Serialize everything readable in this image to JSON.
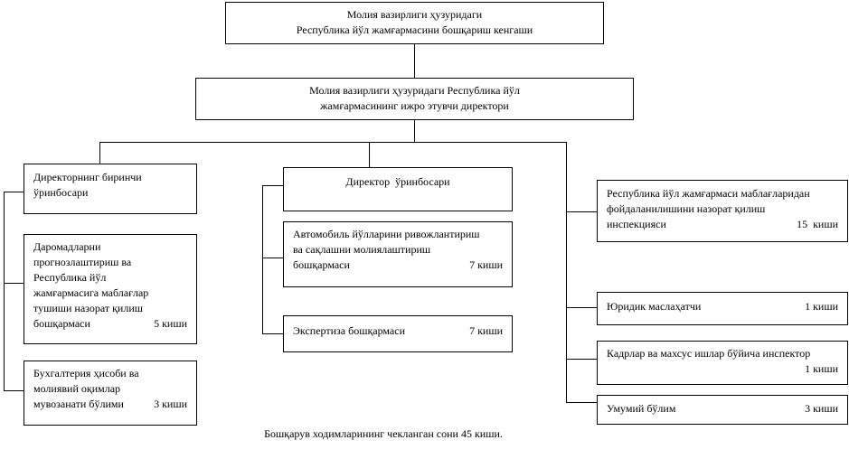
{
  "top": {
    "line1": "Молия вазирлиги ҳузуридаги",
    "line2": "Республика йўл жамғармасини бошқариш кенгаши"
  },
  "director": {
    "line1": "Молия вазирлиги ҳузуридаги Республика йўл",
    "line2": "жамғармасининг ижро этувчи директори"
  },
  "left": {
    "first_deputy": {
      "line1": "Директорнинг биринчи",
      "line2": "ўринбосари"
    },
    "revenue": {
      "lines": [
        "Даромадларни",
        "прогнозлаштириш ва",
        "Республика йўл",
        "жамғармасига маблағлар",
        "тушиши назорат қилиш"
      ],
      "last": "бошқармаси",
      "count": "5 киши"
    },
    "accounting": {
      "lines": [
        "Бухгалтерия ҳисоби ва",
        "молиявий оқимлар"
      ],
      "last": "мувозанати бўлими",
      "count": "3 киши"
    }
  },
  "center": {
    "deputy": "Директор  ўринбосари",
    "roads": {
      "lines": [
        "Автомобиль йўлларини ривожлантириш",
        "ва сақлашни молиялаштириш"
      ],
      "last": "бошқармаси",
      "count": "7 киши"
    },
    "expertise": {
      "label": "Экспертиза бошқармаси",
      "count": "7 киши"
    }
  },
  "right": {
    "inspection": {
      "lines": [
        "Республика йўл жамғармаси маблағларидан",
        "фойдаланилишини назорат қилиш"
      ],
      "last": "инспекцияси",
      "count": "15  киши"
    },
    "legal": {
      "label": "Юридик маслаҳатчи",
      "count": "1 киши"
    },
    "hr": {
      "label": "Кадрлар ва махсус ишлар бўйича инспектор",
      "count": "1 киши"
    },
    "general": {
      "label": "Умумий бўлим",
      "count": "3 киши"
    }
  },
  "footer": "Бошқарув ходимларининг чекланган сони 45 киши."
}
